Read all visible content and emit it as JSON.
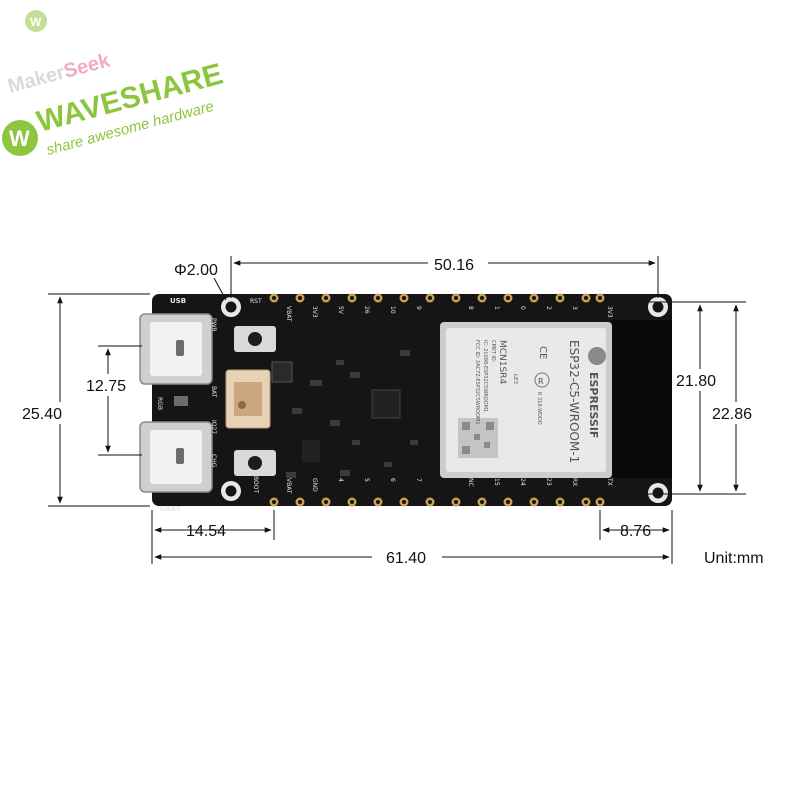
{
  "brand": {
    "makerseek_prefix": "Maker",
    "makerseek_suffix": "Seek",
    "name": "WAVESHARE",
    "tagline": "share awesome hardware"
  },
  "dimensions": {
    "hole_diameter": "Φ2.00",
    "hole_span": "50.16",
    "board_height": "25.40",
    "usb_spacing": "12.75",
    "hole_row_height": "21.80",
    "module_height": "22.86",
    "left_offset": "14.54",
    "right_offset": "8.76",
    "board_length": "61.40",
    "unit": "Unit:mm"
  },
  "silkscreen": {
    "usb": "USB",
    "uart": "UART",
    "pwr": "PWR",
    "rgb": "RGB",
    "bat": "BAT",
    "io27": "IO27",
    "chg": "CHG",
    "rst": "RST",
    "boot": "BOOT",
    "top_pins": [
      "VBAT",
      "3V3",
      "5V",
      "26",
      "10",
      "9",
      "8",
      "1",
      "0",
      "2",
      "3",
      "3V3"
    ],
    "bottom_pins": [
      "VBAT",
      "GND",
      "4",
      "5",
      "6",
      "7",
      "NC",
      "15",
      "24",
      "23",
      "RX",
      "TX"
    ]
  },
  "module": {
    "manufacturer": "ESPRESSIF",
    "model": "ESP32-C5-WROOM-1",
    "ce_mark": "CE",
    "lot": "MCN1SR4",
    "fcc_lines": [
      "FCC ID: 2AC7Z-ESP32C5WROOM1",
      "IC: 21098-ESP32C5WROOM1",
      "CMIIT ID:"
    ],
    "r_mark": "R 210-WDDD",
    "code": "LE3"
  }
}
